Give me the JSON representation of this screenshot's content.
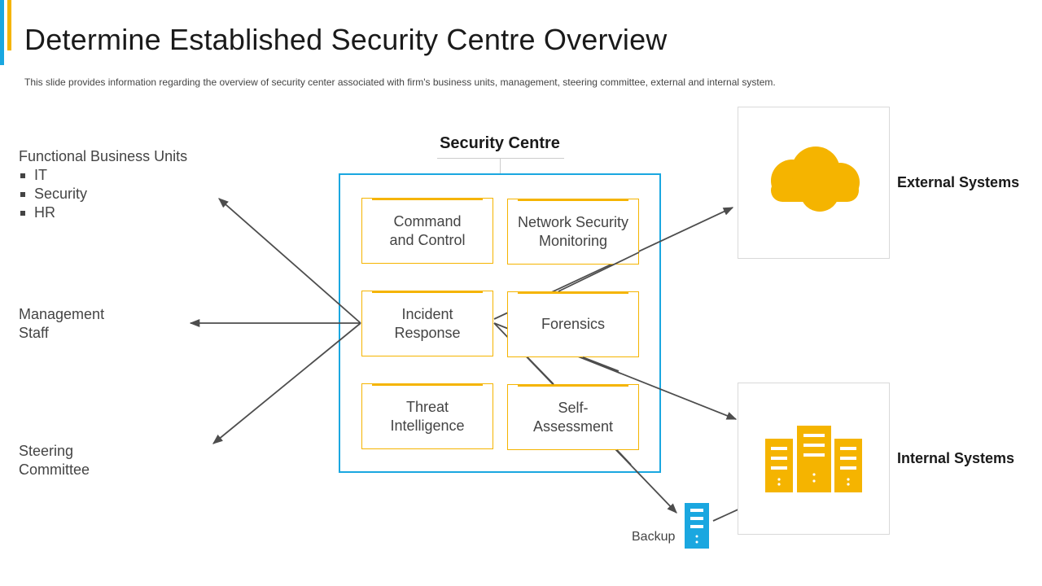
{
  "slide": {
    "title": "Determine Established Security Centre Overview",
    "subtitle": "This slide provides  information  regarding  the overview  of security center associated with firm's business units, management,  steering committee, external and internal  system."
  },
  "left_groups": {
    "business_units": {
      "heading": "Functional Business Units",
      "items": [
        "IT",
        "Security",
        "HR"
      ]
    },
    "management": "Management\nStaff",
    "steering": "Steering\nCommittee"
  },
  "security_centre": {
    "title": "Security Centre",
    "modules": [
      "Command\nand Control",
      "Network Security\nMonitoring",
      "Incident\nResponse",
      "Forensics",
      "Threat\nIntelligence",
      "Self-\nAssessment"
    ]
  },
  "systems": {
    "external": "External Systems",
    "internal": "Internal Systems",
    "backup": "Backup"
  },
  "icons": {
    "external": "cloud-icon",
    "internal": "server-rack-icon",
    "backup": "server-icon"
  },
  "colors": {
    "accent_blue": "#1aa7e0",
    "accent_yellow": "#f5b400",
    "arrow": "#4d4d4d"
  }
}
